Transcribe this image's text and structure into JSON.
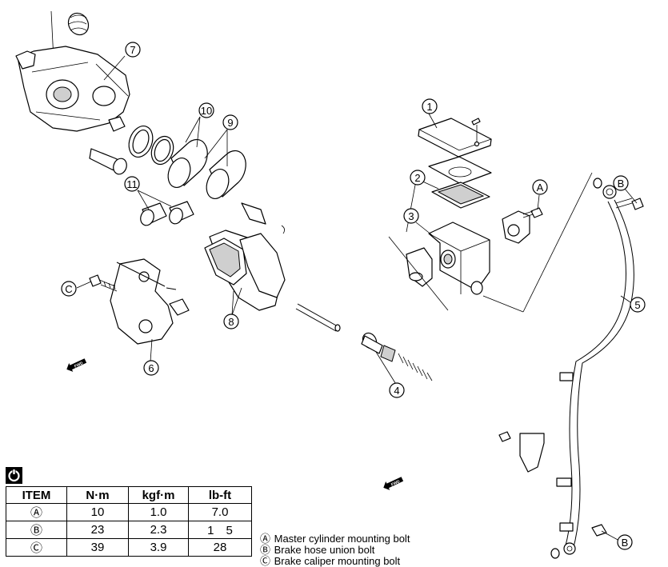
{
  "callouts": [
    "1",
    "2",
    "3",
    "4",
    "5",
    "6",
    "7",
    "8",
    "9",
    "10",
    "11",
    "A",
    "B",
    "C",
    "B"
  ],
  "fwd_label": "FWD",
  "torque_icon": "wrench-torque-icon",
  "table": {
    "headers": [
      "ITEM",
      "N·m",
      "kgf·m",
      "lb-ft"
    ],
    "rows": [
      [
        "Ⓐ",
        "10",
        "1.0",
        "7.0"
      ],
      [
        "Ⓑ",
        "23",
        "2.3",
        "1　5"
      ],
      [
        "Ⓒ",
        "39",
        "3.9",
        "28"
      ]
    ]
  },
  "legend": [
    {
      "symbol": "Ⓐ",
      "text": "Master cylinder mounting bolt"
    },
    {
      "symbol": "Ⓑ",
      "text": "Brake hose union bolt"
    },
    {
      "symbol": "Ⓒ",
      "text": "Brake caliper mounting bolt"
    }
  ]
}
